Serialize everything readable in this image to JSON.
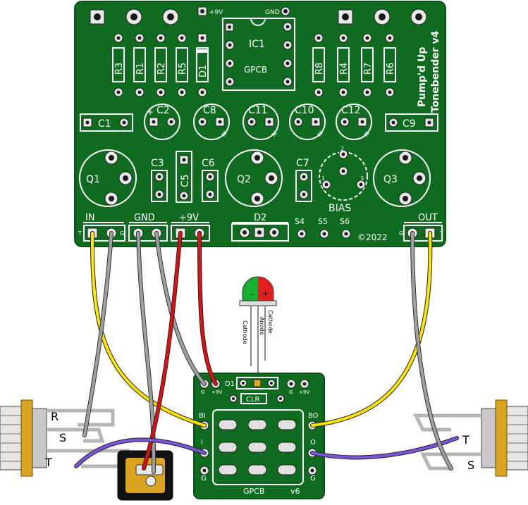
{
  "colors": {
    "pcb": "#0f6b1f",
    "pcb_dark": "#0a4f16",
    "wire_yellow": "#ffe600",
    "wire_gray": "#9a9a9a",
    "wire_red": "#e01010",
    "wire_purple": "#7a55d6",
    "led_green": "#18b030",
    "led_red": "#e02020"
  },
  "main_board": {
    "title_line1": "Pump'd Up",
    "title_line2": "Tonebender v4",
    "ic_label": "IC1",
    "ic_sub": "GPCB",
    "resistors_left": [
      "R3",
      "R1",
      "R2",
      "R5"
    ],
    "diode": "D1",
    "resistors_right": [
      "R8",
      "R4",
      "R7",
      "R6"
    ],
    "film_caps": [
      "C1",
      "C9",
      "C3",
      "C5",
      "C6",
      "C7"
    ],
    "electrolytic_caps": [
      "C2",
      "C8",
      "C11",
      "C10",
      "C12"
    ],
    "transistors": [
      "Q1",
      "Q2",
      "Q3"
    ],
    "bias_label": "BIAS",
    "bias_pins": [
      "1",
      "2",
      "3"
    ],
    "plus9v_top": "+9V",
    "gnd_top": "GND",
    "pad_labels": {
      "in": "IN",
      "gnd": "GND",
      "v9": "+9V",
      "d2": "D2",
      "s4": "S4",
      "s5": "S5",
      "s6": "S6",
      "copyright": "©2022",
      "out": "OUT",
      "t": "T",
      "g": "G"
    }
  },
  "led": {
    "pin_labels": [
      "Cathode",
      "Anode",
      "Cathode"
    ],
    "minus": "-",
    "plus": "+"
  },
  "switch_board": {
    "d1": "D1",
    "clr": "CLR",
    "g": "G",
    "plus9v": "+9V",
    "bi": "BI",
    "bo": "BO",
    "i": "I",
    "o": "O",
    "brand": "GPCB",
    "version": "v6"
  },
  "jacks": {
    "input": {
      "r": "R",
      "s": "S",
      "t": "T"
    },
    "output": {
      "t": "T",
      "s": "S"
    }
  }
}
